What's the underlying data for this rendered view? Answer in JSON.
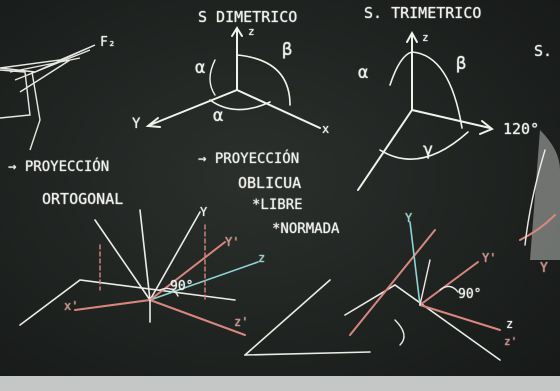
{
  "board": {
    "chalk_color": "#f1f1ec",
    "red_chalk_color": "#d9877e",
    "cyan_chalk_color": "#8fd4d6",
    "background_color": "#1e2220"
  },
  "headings": {
    "dimetrico": "S DIMETRICO",
    "trimetrico": "S. TRIMETRICO",
    "partial": "S."
  },
  "labels": {
    "z_axis_left": "z",
    "x_axis_left": "x",
    "y_axis_left": "Y",
    "alpha_a": "α",
    "beta_a": "β",
    "alpha_b": "α",
    "z_axis_mid": "z",
    "alpha_c": "α",
    "beta_b": "β",
    "gamma": "γ",
    "angle_120": "120°",
    "f2": "F₂"
  },
  "notes": {
    "proj_orto_line1": "→ PROYECCIÓN",
    "proj_orto_line2": "ORTOGONAL",
    "proj_obli_line1": "→ PROYECCIÓN",
    "proj_obli_line2": "OBLICUA",
    "libre": "*LIBRE",
    "normada": "*NORMADA"
  },
  "lower_labels": {
    "y_prime_left": "Y'",
    "y_left": "Y",
    "z_prime_left": "z'",
    "z_left": "z",
    "x_prime_left": "x'",
    "angle_90_left": "90°",
    "y_prime_right": "Y'",
    "y_right": "Y",
    "angle_90_right": "90°",
    "z_right": "z",
    "z_prime_right": "z'",
    "y_far_right": "Y"
  }
}
